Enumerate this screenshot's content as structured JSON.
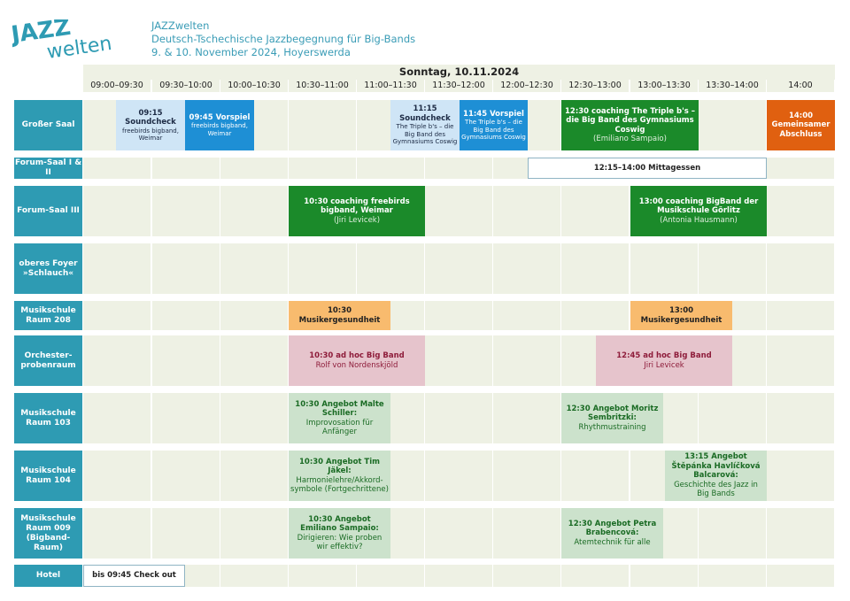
{
  "logo": {
    "top": "JAZZ",
    "bottom": "welten",
    "color": "#2e9bb3"
  },
  "header": {
    "line1": "JAZZwelten",
    "line2": "Deutsch-Tschechische Jazzbegegnung für Big-Bands",
    "line3": "9. & 10. November 2024, Hoyerswerda"
  },
  "day": "Sonntag, 10.11.2024",
  "times": [
    "09:00–09:30",
    "09:30–10:00",
    "10:00–10:30",
    "10:30–11:00",
    "11:00–11:30",
    "11:30–12:00",
    "12:00–12:30",
    "12:30–13:00",
    "13:00–13:30",
    "13:30–14:00",
    "14:00"
  ],
  "rooms": [
    "Großer Saal",
    "Forum-Saal I & II",
    "Forum-Saal III",
    "oberes Foyer »Schlauch«",
    "Musikschule Raum 208",
    "Orchester-probenraum",
    "Musikschule Raum 103",
    "Musikschule Raum 104",
    "Musikschule Raum 009 (Bigband-Raum)",
    "Hotel"
  ],
  "events": {
    "gs1": {
      "t": "09:15 Soundcheck",
      "s": "freebirds bigband, Weimar"
    },
    "gs2": {
      "t": "09:45 Vorspiel",
      "s": "freebirds bigband, Weimar"
    },
    "gs3": {
      "t": "11:15 Soundcheck",
      "s": "The Triple b's – die Big Band des Gymnasiums Coswig"
    },
    "gs4": {
      "t": "11:45 Vorspiel",
      "s": "The Triple b's – die Big Band des Gymnasiums Coswig"
    },
    "gs5": {
      "t": "12:30 coaching The Triple b's – die Big Band des Gymnasiums Coswig",
      "s": "(Emiliano Sampaio)"
    },
    "gs6": {
      "t": "14:00 Gemeinsamer Abschluss",
      "s": ""
    },
    "fs1": {
      "t": "12:15–14:00 Mittagessen",
      "s": ""
    },
    "f3a": {
      "t": "10:30 coaching freebirds bigband, Weimar",
      "s": "(Jiri Levicek)"
    },
    "f3b": {
      "t": "13:00 coaching BigBand der Musikschule Görlitz",
      "s": "(Antonia Hausmann)"
    },
    "r208a": {
      "t": "10:30 Musikergesundheit",
      "s": ""
    },
    "r208b": {
      "t": "13:00 Musikergesundheit",
      "s": ""
    },
    "opa": {
      "t": "10:30 ad hoc Big Band",
      "s": "Rolf von Nordenskjöld"
    },
    "opb": {
      "t": "12:45 ad hoc Big Band",
      "s": "Jiri Levicek"
    },
    "r103a": {
      "t": "10:30 Angebot Malte Schiller:",
      "s": "Improvosation für Anfänger"
    },
    "r103b": {
      "t": "12:30 Angebot Moritz Sembritzki:",
      "s": "Rhythmustraining"
    },
    "r104a": {
      "t": "10:30 Angebot Tim Jäkel:",
      "s": "Harmonielehre/Akkord-symbole (Fortgechrittene)"
    },
    "r104b": {
      "t": "13:15 Angebot Štěpánka Havlíčková Balcarová:",
      "s": "Geschichte des Jazz in Big Bands"
    },
    "r009a": {
      "t": "10:30 Angebot Emiliano Sampaio:",
      "s": "Dirigieren: Wie proben wir effektiv?"
    },
    "r009b": {
      "t": "12:30 Angebot Petra Brabencová:",
      "s": "Atemtechnik für alle"
    },
    "hot": {
      "t": "bis 09:45 Check out",
      "s": ""
    }
  }
}
